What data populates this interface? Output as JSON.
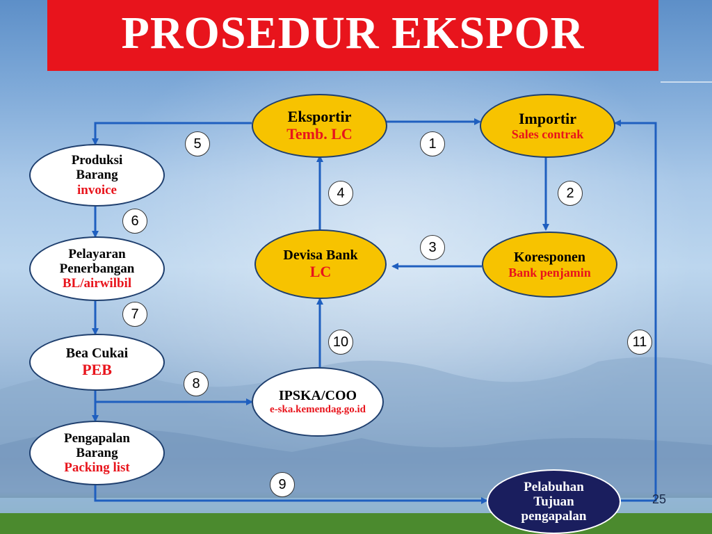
{
  "title": "PROSEDUR EKSPOR",
  "page_number": "25",
  "nodes": {
    "eksportir": {
      "line1": "Eksportir",
      "line2": "Temb. LC"
    },
    "importir": {
      "line1": "Importir",
      "line2": "Sales contrak"
    },
    "produksi": {
      "line1": "Produksi",
      "line2": "Barang",
      "line3": "invoice"
    },
    "pelayaran": {
      "line1": "Pelayaran",
      "line2": "Penerbangan",
      "line3": "BL/airwilbil"
    },
    "bea_cukai": {
      "line1": "Bea Cukai",
      "line2": "PEB"
    },
    "pengapalan": {
      "line1": "Pengapalan",
      "line2": "Barang",
      "line3": "Packing list"
    },
    "devisa_bank": {
      "line1": "Devisa Bank",
      "line2": "LC"
    },
    "koresponen": {
      "line1": "Koresponen",
      "line2": "Bank penjamin"
    },
    "ipska": {
      "line1": "IPSKA/COO",
      "line2": "e-ska.kemendag.go.id"
    },
    "pelabuhan": {
      "line1": "Pelabuhan",
      "line2": "Tujuan",
      "line3": "pengapalan"
    }
  },
  "steps": [
    "1",
    "2",
    "3",
    "4",
    "5",
    "6",
    "7",
    "8",
    "9",
    "10",
    "11"
  ],
  "colors": {
    "title_bg": "#e8141c",
    "arrow": "#1f5fbf",
    "node_yellow": "#f7c300",
    "node_navy": "#1a1e5e",
    "accent_text": "#e8141c"
  }
}
